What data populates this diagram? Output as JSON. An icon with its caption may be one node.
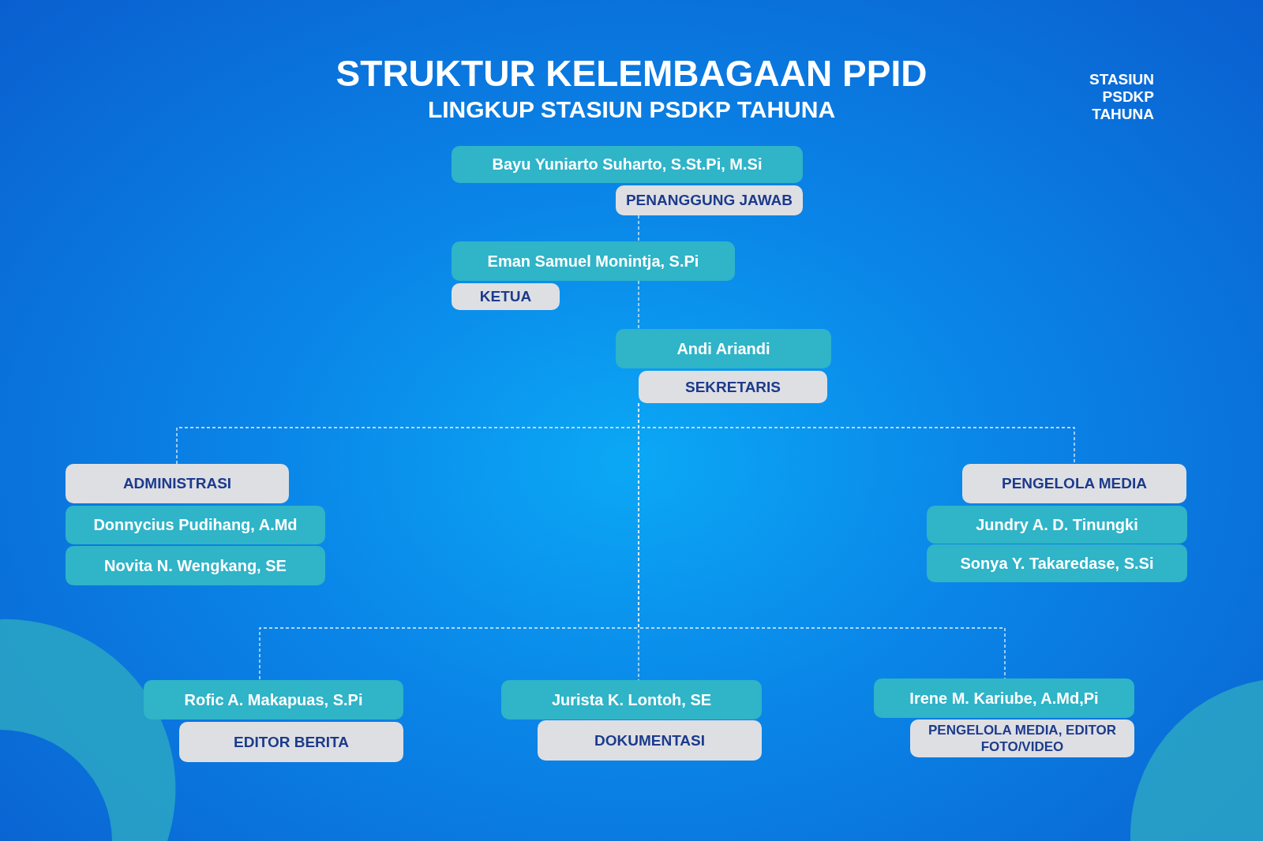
{
  "diagram": {
    "title": "STRUKTUR KELEMBAGAAN PPID",
    "nodes": [
      {
        "text": [
          "Bayu Yuniarto Suharto, S.St.Pi, M.Si"
        ]
      },
      {
        "text": [
          "PENANGGUNG JAWAB"
        ]
      },
      {
        "text": [
          "Eman Samuel Monintja, S.Pi"
        ]
      },
      {
        "text": [
          "KETUA"
        ]
      },
      {
        "text": [
          "Andi Ariandi"
        ]
      },
      {
        "text": [
          "SEKRETARIS"
        ]
      },
      {
        "text": [
          "ADMINISTRASI"
        ]
      },
      {
        "text": [
          "Donnycius Pudihang, A.Md"
        ]
      },
      {
        "text": [
          "Novita N. Wengkang, SE"
        ]
      },
      {
        "text": [
          "PENGELOLA MEDIA"
        ]
      },
      {
        "text": [
          "Jundry A. D. Tinungki"
        ]
      },
      {
        "text": [
          "Sonya Y. Takaredase, S.Si"
        ]
      },
      {
        "text": [
          "Rofic A. Makapuas, S.Pi"
        ]
      },
      {
        "text": [
          "EDITOR BERITA"
        ]
      },
      {
        "text": [
          "Jurista K. Lontoh, SE"
        ]
      },
      {
        "text": [
          "DOKUMENTASI"
        ]
      },
      {
        "text": [
          "Irene M. Kariube, A.Md,Pi"
        ]
      },
      {
        "text": [
          "PENGELOLA MEDIA, EDITOR FOTO/VIDEO"
        ]
      }
    ],
    "edges": [
      {
        "from": 1,
        "to": 2,
        "arrow": "none",
        "style": "dashed"
      },
      {
        "from": 2,
        "to": 4,
        "arrow": "none",
        "style": "dashed"
      },
      {
        "from": 5,
        "to": 6,
        "arrow": "none",
        "style": "dashed"
      },
      {
        "from": 5,
        "to": 9,
        "arrow": "none",
        "style": "dashed"
      },
      {
        "from": 5,
        "to": 12,
        "arrow": "none",
        "style": "dashed"
      },
      {
        "from": 5,
        "to": 14,
        "arrow": "none",
        "style": "dashed"
      },
      {
        "from": 5,
        "to": 16,
        "arrow": "none",
        "style": "dashed"
      }
    ],
    "labels": [
      "LINGKUP STASIUN PSDKP TAHUNA",
      "STASIUN PSDKP TAHUNA"
    ]
  }
}
